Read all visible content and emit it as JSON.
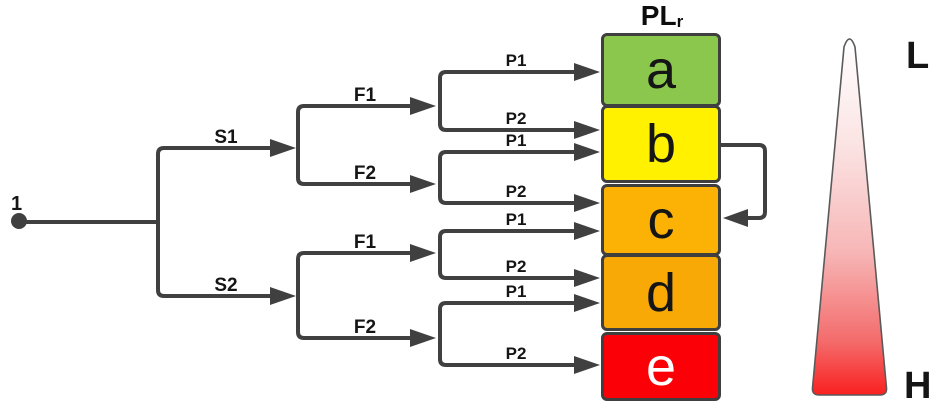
{
  "diagram": {
    "start_label": "1",
    "title_main": "PL",
    "title_sub": "r",
    "severity_labels": {
      "s1": "S1",
      "s2": "S2"
    },
    "frequency_labels": {
      "f1_upper": "F1",
      "f2_upper": "F2",
      "f1_lower": "F1",
      "f2_lower": "F2"
    },
    "probability_labels": [
      "P1",
      "P2",
      "P1",
      "P2",
      "P1",
      "P2",
      "P1",
      "P2"
    ],
    "plr_boxes": [
      {
        "label": "a",
        "color": "#8CC74D",
        "text_color": "#151515"
      },
      {
        "label": "b",
        "color": "#FFF100",
        "text_color": "#151515"
      },
      {
        "label": "c",
        "color": "#FCB105",
        "text_color": "#151515"
      },
      {
        "label": "d",
        "color": "#F9A906",
        "text_color": "#151515"
      },
      {
        "label": "e",
        "color": "#FB0107",
        "text_color": "#FFFFFF"
      }
    ],
    "risk_scale": {
      "low_label": "L",
      "high_label": "H",
      "top_color": "#FFFFFF",
      "bottom_color": "#F92020"
    },
    "line_color": "#404040"
  }
}
